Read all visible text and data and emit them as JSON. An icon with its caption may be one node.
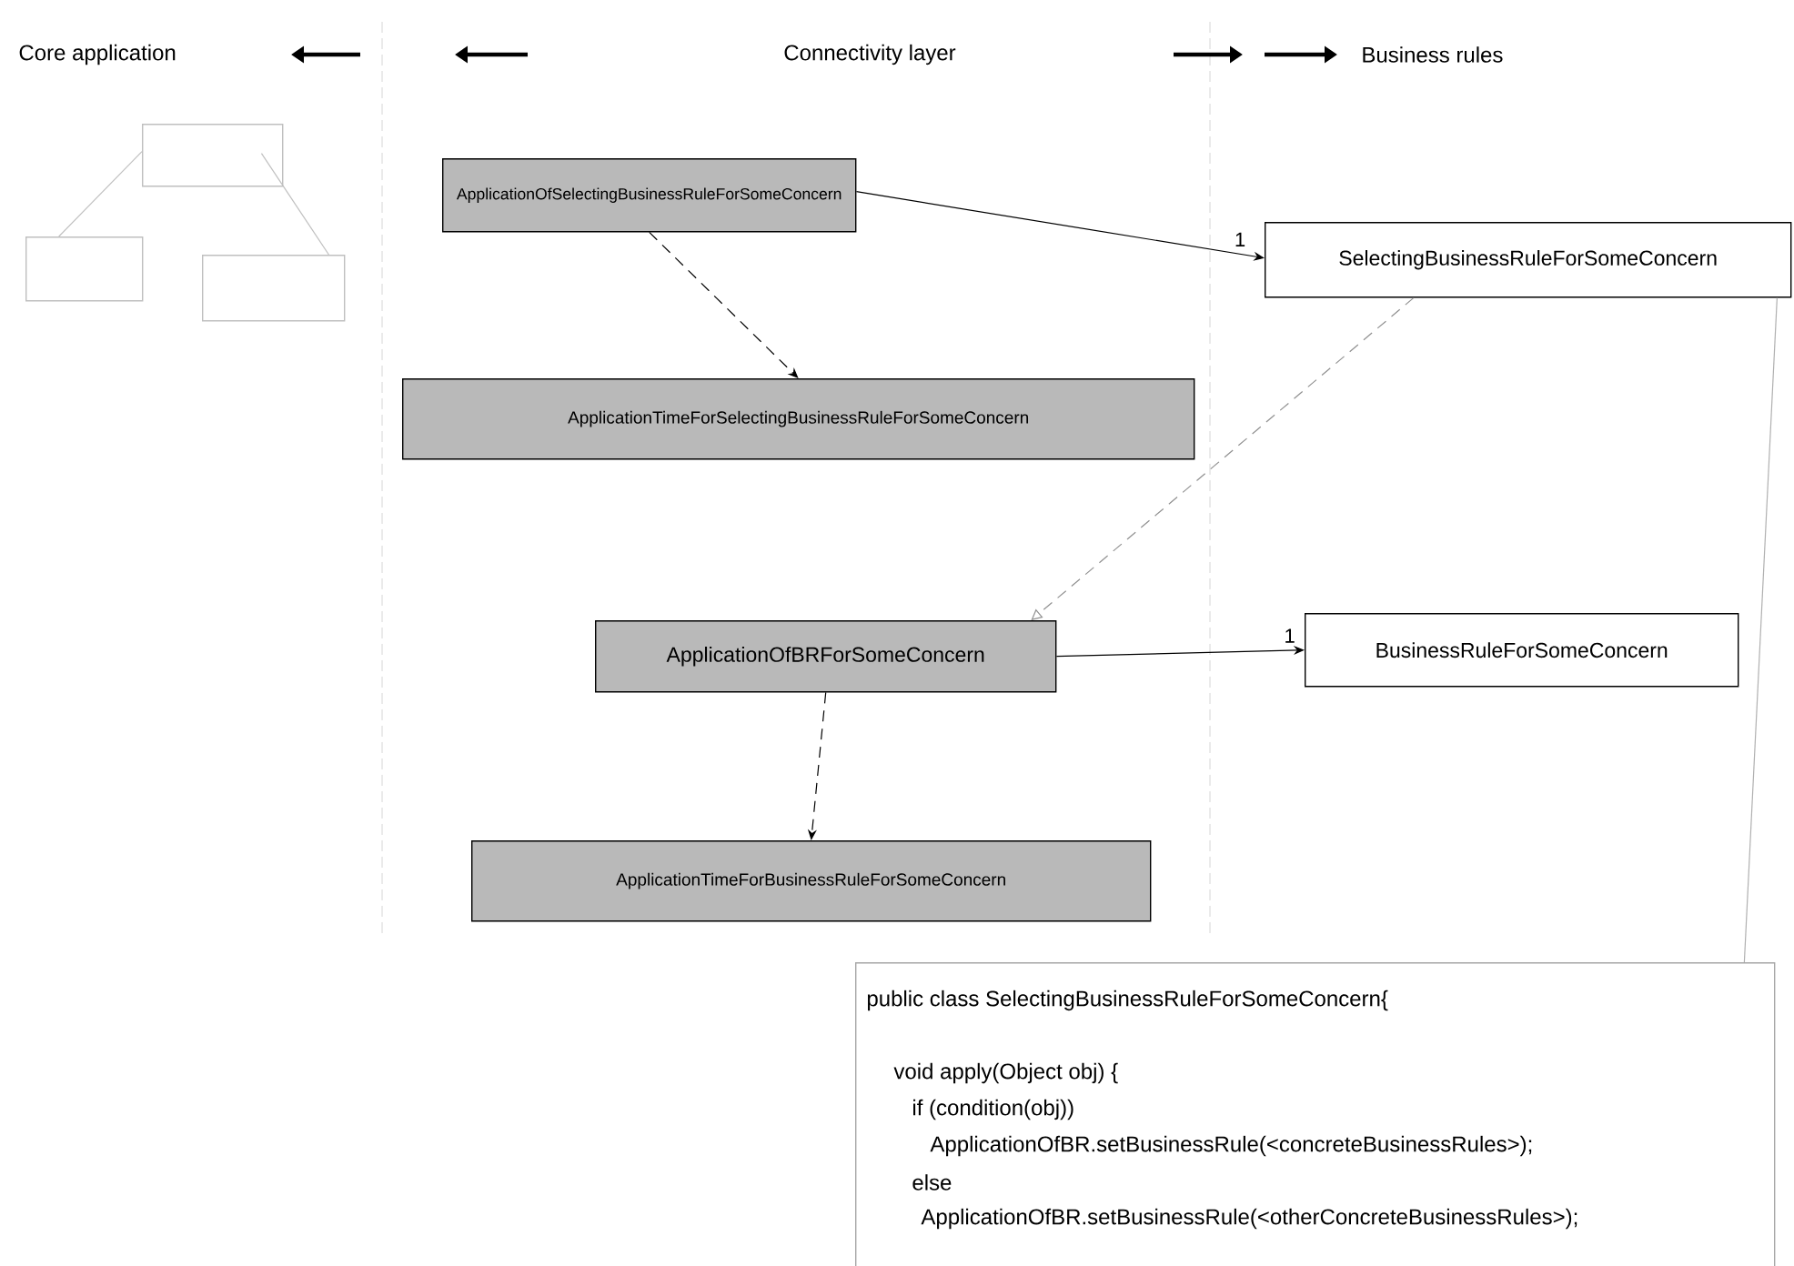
{
  "diagram": {
    "nodes": [
      {
        "text": [
          "ApplicationOfSelectingBusinessRuleForSomeConcern"
        ]
      },
      {
        "text": [
          "ApplicationTimeForSelectingBusinessRuleForSomeConcern"
        ]
      },
      {
        "text": [
          "SelectingBusinessRuleForSomeConcern"
        ]
      },
      {
        "text": [
          "ApplicationOfBRForSomeConcern"
        ]
      },
      {
        "text": [
          "BusinessRuleForSomeConcern"
        ]
      },
      {
        "text": [
          "ApplicationTimeForBusinessRuleForSomeConcern"
        ]
      },
      {
        "text": [
          "public class SelectingBusinessRuleForSomeConcern{",
          "void apply(Object obj) {",
          "if (condition(obj))",
          "ApplicationOfBR.setBusinessRule(<concreteBusinessRules>);",
          "else",
          "ApplicationOfBR.setBusinessRule(<otherConcreteBusinessRules>);"
        ]
      },
      {
        "text": [],
        "shape": "box"
      },
      {
        "text": [],
        "shape": "box"
      },
      {
        "text": [],
        "shape": "box"
      }
    ],
    "edges": [
      {
        "from": 0,
        "to": 2,
        "arrow": "to",
        "label": "1"
      },
      {
        "from": 0,
        "to": 1,
        "arrow": "to",
        "style": "dashed"
      },
      {
        "from": 2,
        "to": 3,
        "arrow": "to",
        "style": "dashed",
        "color": "#909090"
      },
      {
        "from": 3,
        "to": 4,
        "arrow": "to",
        "label": "1"
      },
      {
        "from": 3,
        "to": 5,
        "arrow": "to",
        "style": "dashed"
      },
      {
        "from": 2,
        "to": 6,
        "arrow": "none",
        "color": "#b0b0b0"
      },
      {
        "from": 7,
        "to": 8,
        "arrow": "none",
        "color": "#c0c0c0"
      },
      {
        "from": 7,
        "to": 9,
        "arrow": "none",
        "color": "#c0c0c0"
      }
    ],
    "labels": [
      "Core application",
      "Connectivity layer",
      "Business rules"
    ]
  }
}
